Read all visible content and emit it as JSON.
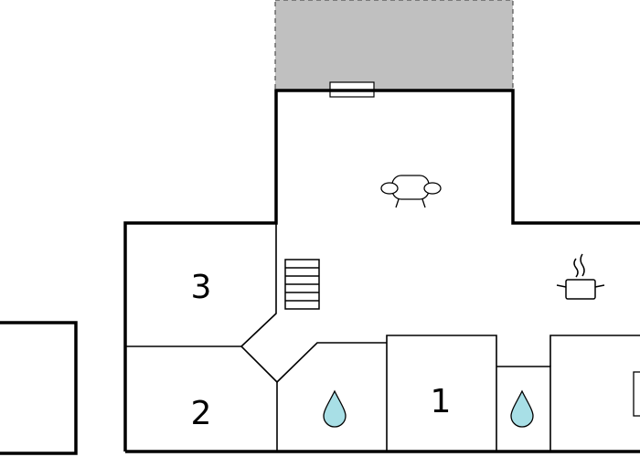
{
  "floorplan": {
    "rooms": [
      {
        "id": "room-3",
        "label": "3"
      },
      {
        "id": "room-2",
        "label": "2"
      },
      {
        "id": "room-1",
        "label": "1"
      }
    ],
    "icons": {
      "sofa": "sofa-icon",
      "stairs": "stairs-icon",
      "cooking_pot": "cooking-pot-icon",
      "water_drop": "water-drop-icon",
      "window": "window-icon"
    },
    "colors": {
      "walls": "#000000",
      "terrace_fill": "#c0c0c0",
      "water_drop": "#a8dfe6",
      "background": "#ffffff"
    }
  }
}
